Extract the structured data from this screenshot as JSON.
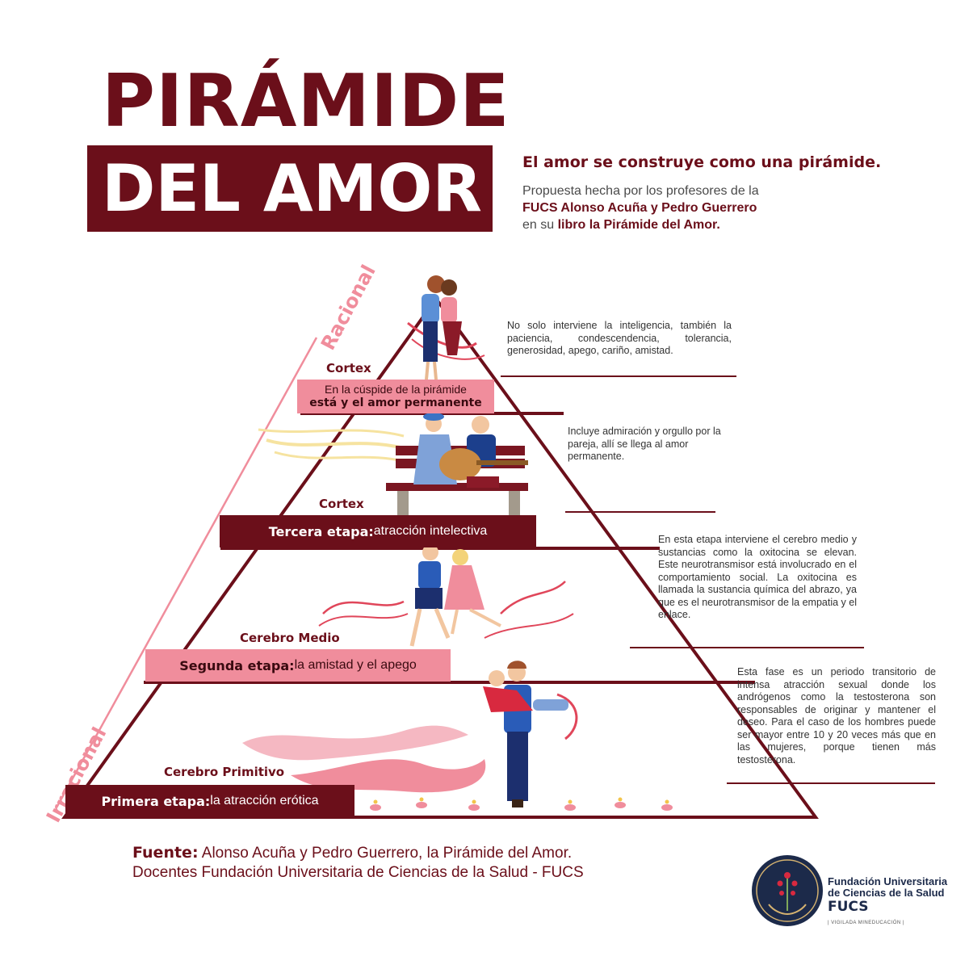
{
  "title": {
    "line1": "PIRÁMIDE",
    "line2": "DEL AMOR"
  },
  "intro": {
    "lead": "El amor se construye como una pirámide.",
    "line1": "Propuesta hecha por los profesores de la",
    "line2": "FUCS Alonso Acuña y Pedro Guerrero",
    "line3_plain": "en su ",
    "line3_bold": "libro la Pirámide del Amor."
  },
  "side_labels": {
    "top": "Racional",
    "bottom": "Irracional"
  },
  "levels": [
    {
      "brain": "Cortex",
      "band_line1": "En la cúspide de la pirámide",
      "band_line2_bold": "está y el amor permanente",
      "description": "No solo interviene la inteligencia, también la paciencia, condescendencia, tolerancia, generosidad, apego, cariño, amistad."
    },
    {
      "brain": "Cortex",
      "band_bold": "Tercera etapa:",
      "band_text": " atracción intelectiva",
      "description": "Incluye admiración y orgullo por la pareja, allí se llega al amor permanente."
    },
    {
      "brain": "Cerebro Medio",
      "band_bold": "Segunda etapa:",
      "band_text": " la amistad y el apego",
      "description": "En esta etapa interviene el cerebro medio y sustancias como la oxitocina se elevan. Este neurotransmisor está involucrado en el comportamiento social. La oxitocina es llamada la sustancia química del abrazo, ya que es el neurotransmisor de la empatia y el enlace."
    },
    {
      "brain": "Cerebro Primitivo",
      "band_bold": "Primera etapa:",
      "band_text": " la atracción erótica",
      "description": "Esta fase es un periodo transitorio de intensa atracción sexual donde los andrógenos como la testosterona son responsables de originar y mantener el deseo. Para el caso de los hombres puede ser mayor entre 10 y 20 veces más que en las mujeres, porque tienen más testosterona."
    }
  ],
  "source": {
    "label": "Fuente:",
    "line1": " Alonso Acuña y Pedro Guerrero, la Pirámide del Amor.",
    "line2": "Docentes Fundación Universitaria de Ciencias de la Salud - FUCS"
  },
  "logo": {
    "line1": "Fundación Universitaria",
    "line2": "de Ciencias de la Salud",
    "line3": "FUCS",
    "note": "| VIGILADA MINEDUCACIÓN |"
  },
  "colors": {
    "maroon": "#6b0f1a",
    "pink": "#f08d9c"
  }
}
